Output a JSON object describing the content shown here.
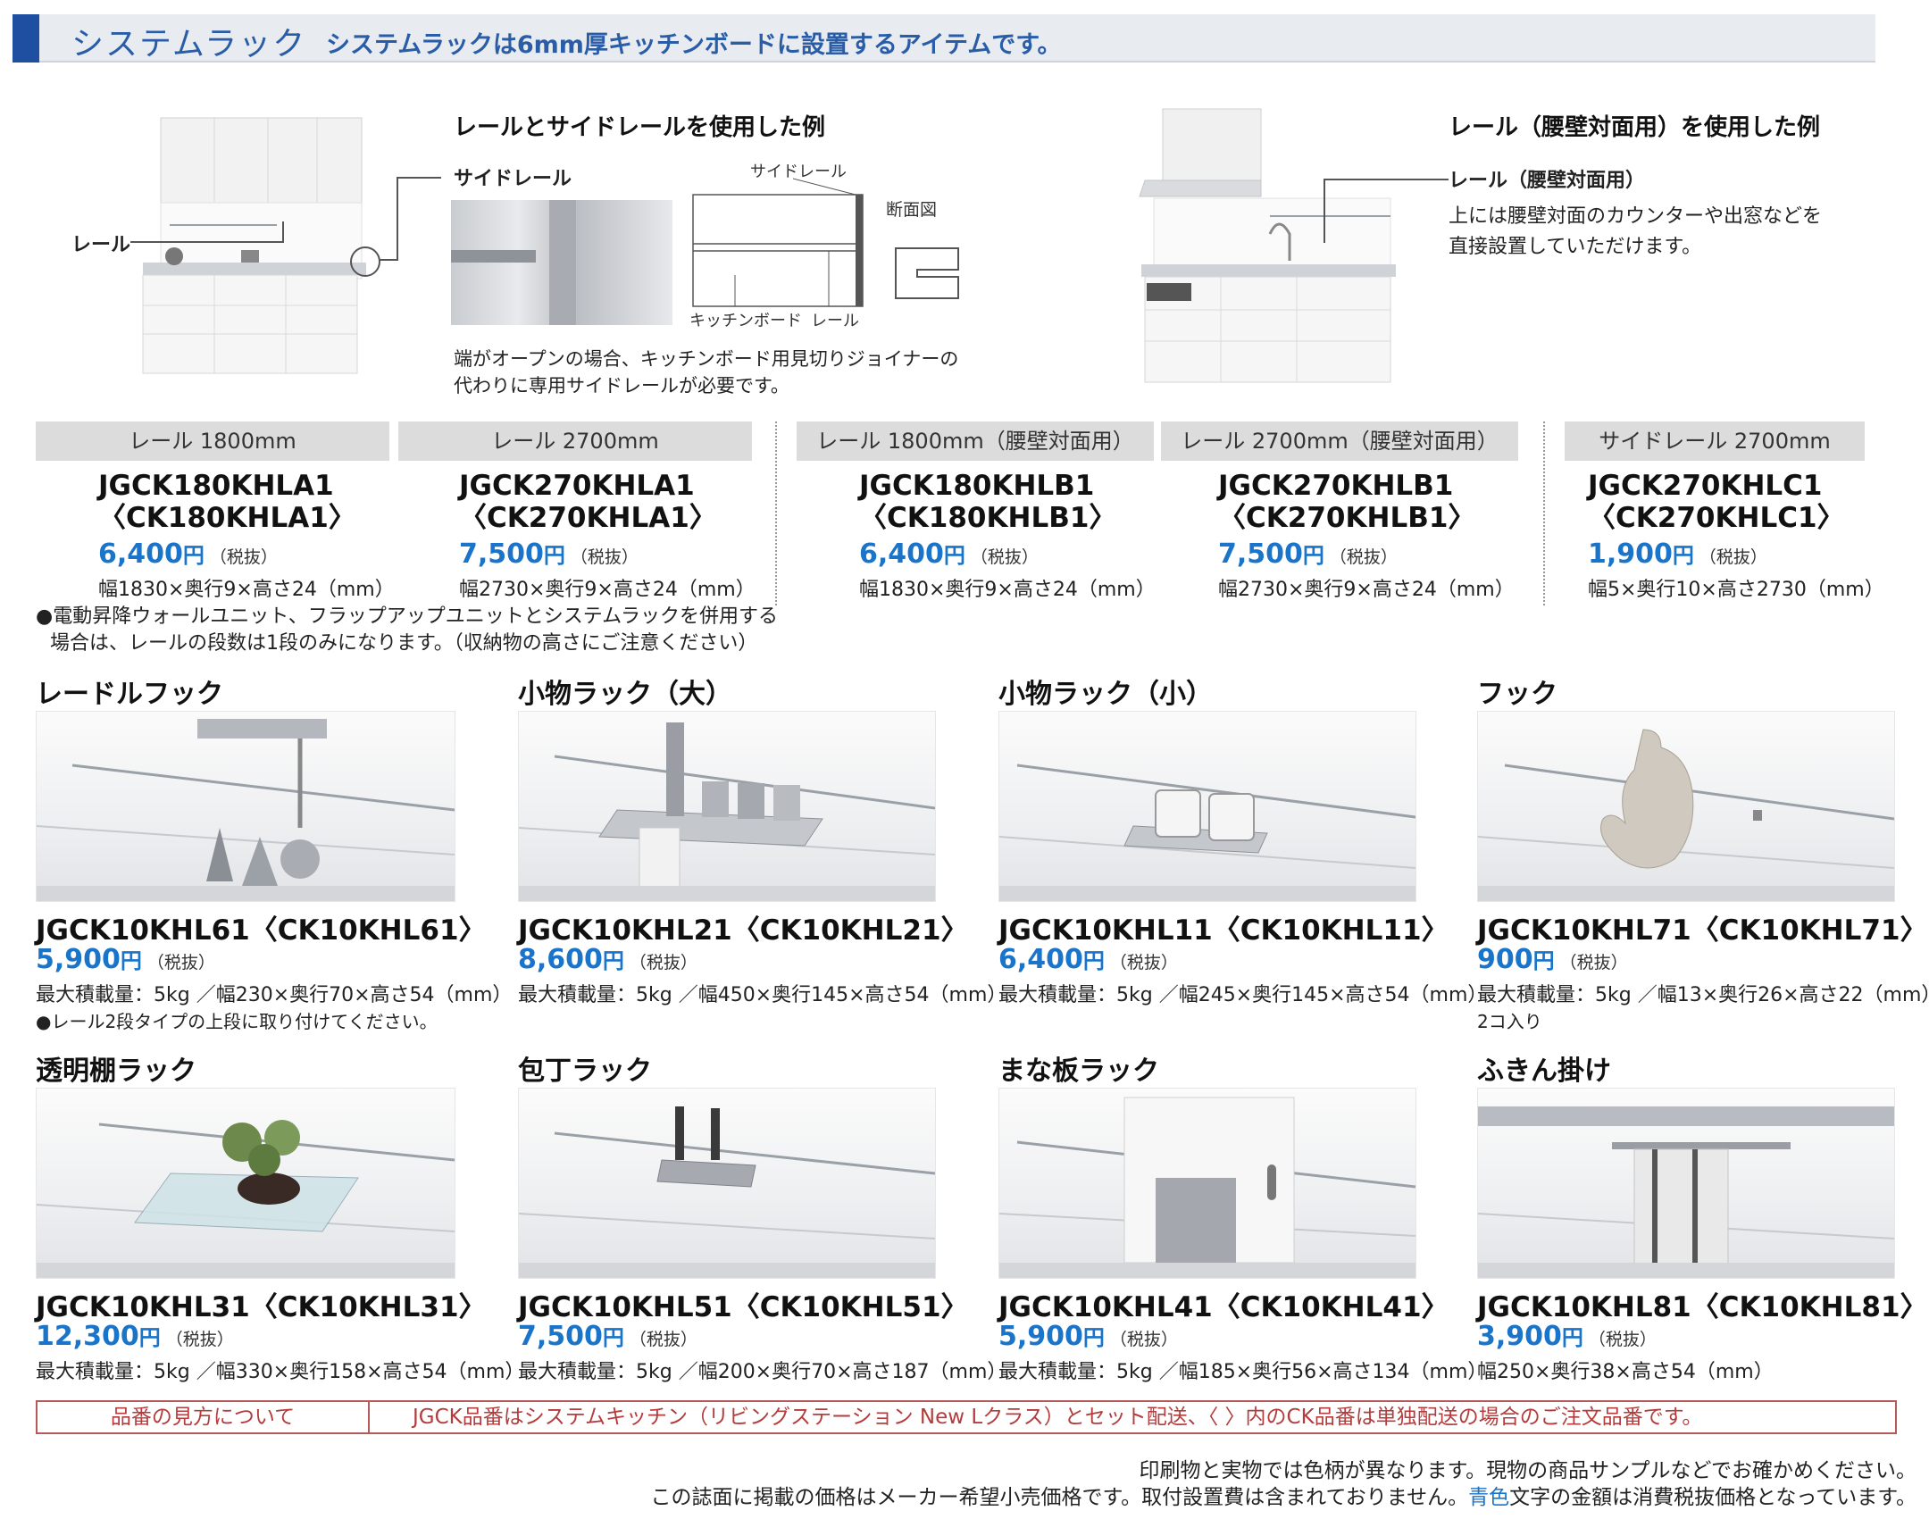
{
  "header": {
    "title": "システムラック",
    "subtitle": "システムラックは6mm厚キッチンボードに設置するアイテムです。"
  },
  "example_left": {
    "title": "レールとサイドレールを使用した例",
    "label_rail": "レール",
    "label_side_rail": "サイドレール",
    "diagram_side_rail": "サイドレール",
    "diagram_section": "断面図",
    "diagram_board": "キッチンボード",
    "diagram_rail": "レール",
    "note_line1": "端がオープンの場合、キッチンボード用見切りジョイナーの",
    "note_line2": "代わりに専用サイドレールが必要です。"
  },
  "example_right": {
    "title": "レール（腰壁対面用）を使用した例",
    "label": "レール（腰壁対面用）",
    "desc_line1": "上には腰壁対面のカウンターや出窓などを",
    "desc_line2": "直接設置していただけます。"
  },
  "rails": [
    {
      "tab": "レール 1800mm",
      "code": "JGCK180KHLA1",
      "ck": "〈CK180KHLA1〉",
      "price": "6,400",
      "yen": "円",
      "tax": "（税抜）",
      "dims": "幅1830×奥行9×高さ24（mm）"
    },
    {
      "tab": "レール 2700mm",
      "code": "JGCK270KHLA1",
      "ck": "〈CK270KHLA1〉",
      "price": "7,500",
      "yen": "円",
      "tax": "（税抜）",
      "dims": "幅2730×奥行9×高さ24（mm）"
    },
    {
      "tab": "レール 1800mm（腰壁対面用）",
      "code": "JGCK180KHLB1",
      "ck": "〈CK180KHLB1〉",
      "price": "6,400",
      "yen": "円",
      "tax": "（税抜）",
      "dims": "幅1830×奥行9×高さ24（mm）"
    },
    {
      "tab": "レール 2700mm（腰壁対面用）",
      "code": "JGCK270KHLB1",
      "ck": "〈CK270KHLB1〉",
      "price": "7,500",
      "yen": "円",
      "tax": "（税抜）",
      "dims": "幅2730×奥行9×高さ24（mm）"
    },
    {
      "tab": "サイドレール 2700mm",
      "code": "JGCK270KHLC1",
      "ck": "〈CK270KHLC1〉",
      "price": "1,900",
      "yen": "円",
      "tax": "（税抜）",
      "dims": "幅5×奥行10×高さ2730（mm）"
    }
  ],
  "rail_note": {
    "line1": "●電動昇降ウォールユニット、フラップアップユニットとシステムラックを併用する",
    "line2": "場合は、レールの段数は1段のみになります。（収納物の高さにご注意ください）"
  },
  "products": [
    {
      "title": "レードルフック",
      "code": "JGCK10KHL61〈CK10KHL61〉",
      "price": "5,900",
      "yen": "円",
      "tax": "（税抜）",
      "spec": "最大積載量：5kg ／幅230×奥行70×高さ54（mm）",
      "extra": "●レール2段タイプの上段に取り付けてください。"
    },
    {
      "title": "小物ラック（大）",
      "code": "JGCK10KHL21〈CK10KHL21〉",
      "price": "8,600",
      "yen": "円",
      "tax": "（税抜）",
      "spec": "最大積載量：5kg ／幅450×奥行145×高さ54（mm）",
      "extra": ""
    },
    {
      "title": "小物ラック（小）",
      "code": "JGCK10KHL11〈CK10KHL11〉",
      "price": "6,400",
      "yen": "円",
      "tax": "（税抜）",
      "spec": "最大積載量：5kg ／幅245×奥行145×高さ54（mm）",
      "extra": ""
    },
    {
      "title": "フック",
      "code": "JGCK10KHL71〈CK10KHL71〉",
      "price": "900",
      "yen": "円",
      "tax": "（税抜）",
      "spec": "最大積載量：5kg ／幅13×奥行26×高さ22（mm）",
      "extra": "2コ入り"
    },
    {
      "title": "透明棚ラック",
      "code": "JGCK10KHL31〈CK10KHL31〉",
      "price": "12,300",
      "yen": "円",
      "tax": "（税抜）",
      "spec": "最大積載量：5kg ／幅330×奥行158×高さ54（mm）",
      "extra": ""
    },
    {
      "title": "包丁ラック",
      "code": "JGCK10KHL51〈CK10KHL51〉",
      "price": "7,500",
      "yen": "円",
      "tax": "（税抜）",
      "spec": "最大積載量：5kg ／幅200×奥行70×高さ187（mm）",
      "extra": ""
    },
    {
      "title": "まな板ラック",
      "code": "JGCK10KHL41〈CK10KHL41〉",
      "price": "5,900",
      "yen": "円",
      "tax": "（税抜）",
      "spec": "最大積載量：5kg ／幅185×奥行56×高さ134（mm）",
      "extra": ""
    },
    {
      "title": "ふきん掛け",
      "code": "JGCK10KHL81〈CK10KHL81〉",
      "price": "3,900",
      "yen": "円",
      "tax": "（税抜）",
      "spec": "幅250×奥行38×高さ54（mm）",
      "extra": ""
    }
  ],
  "legend": {
    "label": "品番の見方について",
    "text": "JGCK品番はシステムキッチン（リビングステーション New Lクラス）とセット配送、〈 〉内のCK品番は単独配送の場合のご注文品番です。"
  },
  "notes": {
    "line1": "印刷物と実物では色柄が異なります。現物の商品サンプルなどでお確かめください。",
    "line2_pre": "この誌面に掲載の価格はメーカー希望小売価格です。取付設置費は含まれておりません。",
    "line2_blue": "青色",
    "line2_post": "文字の金額は消費税抜価格となっています。"
  },
  "colors": {
    "accent": "#1a74c9",
    "header_bar": "#1f4fa0",
    "legend": "#b45a5a"
  }
}
